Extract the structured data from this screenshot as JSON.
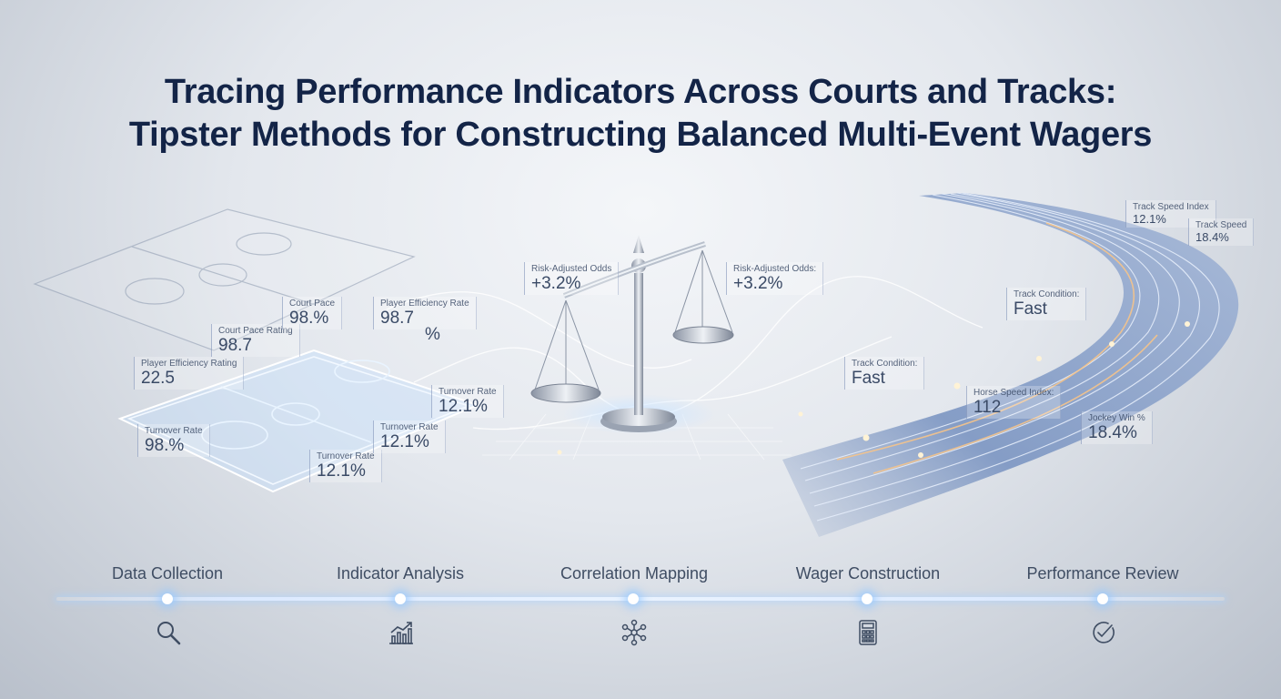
{
  "title": {
    "line1": "Tracing Performance Indicators Across Courts and Tracks:",
    "line2": "Tipster Methods for Constructing Balanced Multi-Event Wagers"
  },
  "court_labels": [
    {
      "key": "Player Efficiency Rating",
      "value": "22.5"
    },
    {
      "key": "Court Pace Rating",
      "value": "98.7"
    },
    {
      "key": "Court Pace",
      "value": "98.%"
    },
    {
      "key": "Player Efficiency Rate",
      "value": "98.7"
    },
    {
      "key": "",
      "value": "%"
    },
    {
      "key": "Turnover Rate",
      "value": "98.%"
    },
    {
      "key": "Turnover Rate",
      "value": "12.1%"
    },
    {
      "key": "Turnover Rate",
      "value": "12.1%"
    },
    {
      "key": "Turnover Rate",
      "value": "12.1%"
    }
  ],
  "scale_labels": [
    {
      "key": "Risk-Adjusted Odds",
      "value": "+3.2%"
    },
    {
      "key": "Risk-Adjusted Odds:",
      "value": "+3.2%"
    }
  ],
  "track_labels": [
    {
      "key": "Track Speed Index",
      "value": "12.1%"
    },
    {
      "key": "Track Speed",
      "value": "18.4%"
    },
    {
      "key": "Track Condition:",
      "value": "Fast"
    },
    {
      "key": "Track Condition:",
      "value": "Fast"
    },
    {
      "key": "Horse Speed Index:",
      "value": "112"
    },
    {
      "key": "Jockey Win %",
      "value": "18.4%"
    }
  ],
  "steps": [
    {
      "label": "Data Collection",
      "icon": "search-icon"
    },
    {
      "label": "Indicator Analysis",
      "icon": "chart-growth-icon"
    },
    {
      "label": "Correlation Mapping",
      "icon": "network-icon"
    },
    {
      "label": "Wager Construction",
      "icon": "calculator-icon"
    },
    {
      "label": "Performance Review",
      "icon": "check-circle-icon"
    }
  ],
  "colors": {
    "title": "#132447",
    "track": "#7f98c2",
    "glow": "#f3c98a"
  }
}
